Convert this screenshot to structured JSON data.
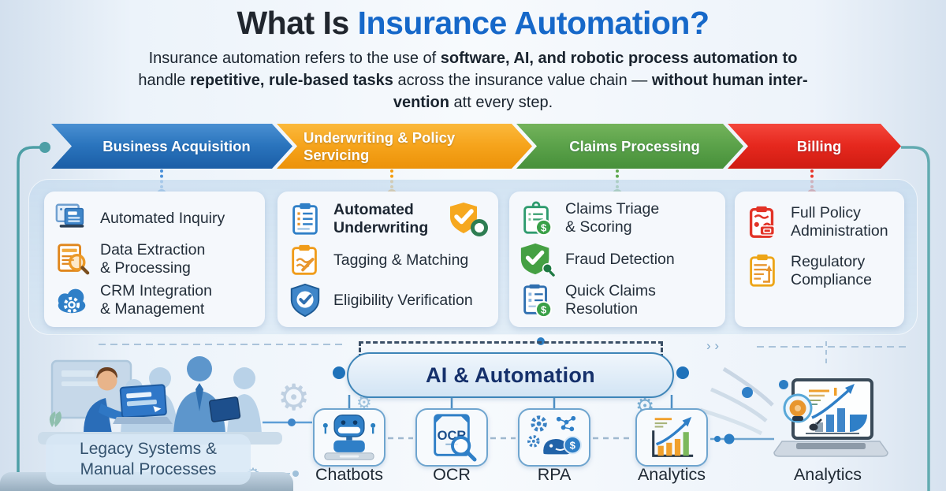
{
  "title": {
    "prefix": "What Is ",
    "highlight": "Insurance Automation?"
  },
  "subtitle": {
    "line1": [
      {
        "t": "Insurance automation refers to the use of "
      },
      {
        "t": "software, AI, and robotic process automation to",
        "b": true
      }
    ],
    "line2": [
      {
        "t": "handle "
      },
      {
        "t": "repetitive, rule-based tasks",
        "b": true
      },
      {
        "t": " across the insurance value chain — "
      },
      {
        "t": "without human inter-",
        "b": true
      }
    ],
    "line3": [
      {
        "t": "vention",
        "b": true
      },
      {
        "t": " att every step."
      }
    ]
  },
  "banners": [
    {
      "label": "Business Acquisition",
      "color": "#2a74bd"
    },
    {
      "label": "Underwriting & Policy Servicing",
      "color": "#f6a41c"
    },
    {
      "label": "Claims Processing",
      "color": "#5ba24a"
    },
    {
      "label": "Billing",
      "color": "#e6281e"
    }
  ],
  "columns": [
    {
      "items": [
        {
          "label": "Automated Inquiry",
          "icon": "laptop-document-icon"
        },
        {
          "label": "Data Extraction\n& Processing",
          "icon": "document-magnifier-icon"
        },
        {
          "label": "CRM Integration\n& Management",
          "icon": "cloud-gear-icon"
        }
      ]
    },
    {
      "items": [
        {
          "label": "Automated\nUnderwriting",
          "icon": "clipboard-checklist-icon",
          "bold": true,
          "badge": "shield-check-ring-icon"
        },
        {
          "label": "Tagging & Matching",
          "icon": "clipboard-pen-icon"
        },
        {
          "label": "Eligibility Verification",
          "icon": "shield-check-icon"
        }
      ]
    },
    {
      "items": [
        {
          "label": "Claims Triage\n& Scoring",
          "icon": "clipboard-dollar-icon"
        },
        {
          "label": "Fraud Detection",
          "icon": "shield-check-magnifier-icon"
        },
        {
          "label": "Quick Claims\nResolution",
          "icon": "document-dollar-icon"
        }
      ]
    },
    {
      "items": [
        {
          "label": "Full Policy\nAdministration",
          "icon": "clipboard-stamp-icon"
        },
        {
          "label": "Regulatory\nCompliance",
          "icon": "clipboard-arrow-icon"
        }
      ]
    }
  ],
  "ai_section": {
    "title": "AI & Automation"
  },
  "legacy": {
    "label": "Legacy Systems &\nManual Processes"
  },
  "tools": [
    {
      "label": "Chatbots",
      "icon": "chatbot-robot-icon"
    },
    {
      "label": "OCR",
      "icon": "ocr-document-icon",
      "doc_text": "OCR"
    },
    {
      "label": "RPA",
      "icon": "rpa-gears-icon"
    },
    {
      "label": "Analytics",
      "icon": "analytics-chart-icon"
    }
  ],
  "laptop_analytics": {
    "label": "Analytics",
    "icon": "laptop-analytics-icon"
  },
  "icons": {
    "gear": "⚙",
    "chevrons": "› ›",
    "currency": "$"
  },
  "colors": {
    "title_highlight": "#1668c9",
    "banner_blue": "#2a74bd",
    "banner_orange": "#f6a41c",
    "banner_green": "#5ba24a",
    "banner_red": "#e6281e",
    "teal_connector": "#4d9fa6",
    "ai_title": "#15306b"
  }
}
